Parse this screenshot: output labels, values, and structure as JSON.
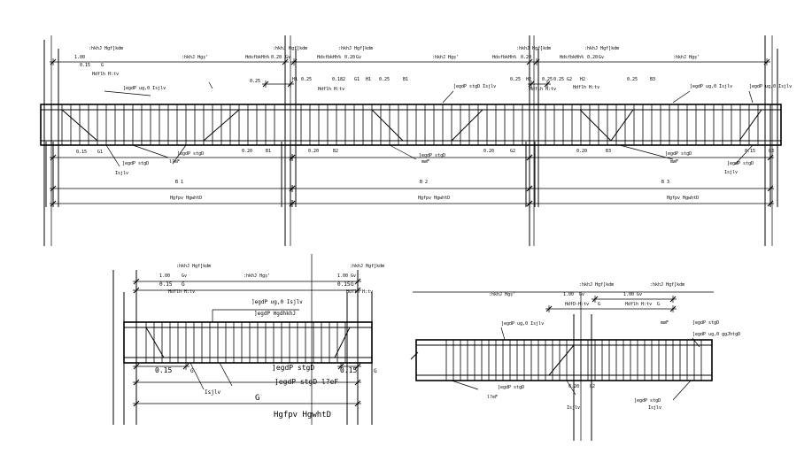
{
  "labels": {
    "top_beam": {
      "lbl_0": ":hkhJ Hgf]kdm",
      "lbl_1": ":hkhJ Hgf]kdm",
      "lbl_2": ":hkhJ Hgf]kdm",
      "lbl_3": ":hkhJ Hgf]kdm",
      "lbl_4": ":hkhJ Hgf]kdm",
      "lbl_5": "1.00",
      "lbl_6": "0.15",
      "lbl_7": "Hdflh H:tv",
      "lbl_8": "G",
      "lbl_9": ":hkhJ Hgșʼ",
      "lbl_10": "HdsfbkHh%",
      "lbl_11": "0.20",
      "lbl_12": "Gv",
      "lbl_13": "HdsfbkHh%",
      "lbl_14": "0.20",
      "lbl_15": "Gv",
      "lbl_16": ":hkhJ Hgșʼ",
      "lbl_17": "HdsfbkHh%",
      "lbl_18": "0.20",
      "lbl_19": "HdsfbkHh%",
      "lbl_20": "0.20",
      "lbl_21": "Gv",
      "lbl_22": ":hkhJ Hgșʼ",
      "lbl_23": "0.25",
      "lbl_24": "H1",
      "lbl_25": "0.25",
      "lbl_26": "0.182",
      "lbl_27": "G1",
      "lbl_28": "H1",
      "lbl_29": "0.25",
      "lbl_30": "B1",
      "lbl_31": "Hdflh H:tv",
      "lbl_32": "0.25",
      "lbl_33": "H2",
      "lbl_34": "0.25",
      "lbl_35": "0.25",
      "lbl_36": "G2",
      "lbl_37": "H2",
      "lbl_38": "0.25",
      "lbl_39": "B3",
      "lbl_40": "Hdflh H:tv",
      "lbl_41": "Hdflh H:tv",
      "lbl_42": "]egdP ug,0 Isjlv",
      "lbl_43": "]egdP stgD Isjlv",
      "lbl_44": "]egdP ug,0 Isjlv",
      "lbl_45": "]egdP ug,0 Isjlv",
      "lbl_46": "0.15",
      "lbl_47": "G1",
      "lbl_48": "]egdP stgD",
      "lbl_49": "0.20",
      "lbl_50": "B1",
      "lbl_51": "0.20",
      "lbl_52": "B2",
      "lbl_53": "]egdP stgD",
      "lbl_54": "0.20",
      "lbl_55": "G2",
      "lbl_56": "0.20",
      "lbl_57": "B3",
      "lbl_58": "]egdP stgD",
      "lbl_59": "0.15",
      "lbl_60": "G3",
      "lbl_61": "l?eF",
      "lbl_62": "]egdP stgD",
      "lbl_63": "Isjlv",
      "lbl_64": "møF",
      "lbl_65": "møF",
      "lbl_66": "]egdP stgD",
      "lbl_67": "Isjlv",
      "lbl_68": "B 1",
      "lbl_69": "B 2",
      "lbl_70": "B 3",
      "lbl_71": "Hgfpv HgwhtD",
      "lbl_72": "Hgfpv HgwhtD",
      "lbl_73": "Hgfpv HgwhtD"
    },
    "bottom_left": {
      "lbl_0": ":hkhJ Hgf]kdm",
      "lbl_1": ":hkhJ Hgf]kdm",
      "lbl_2": "1.00",
      "lbl_3": "Gv",
      "lbl_4": ":hkhJ Hgșʼ",
      "lbl_5": "1.00",
      "lbl_6": "Gv",
      "lbl_7": "0.15",
      "lbl_8": "G",
      "lbl_9": "0.15",
      "lbl_10": "G",
      "lbl_11": "Hdflh H:tv",
      "lbl_12": "Hdflh H:tv",
      "lbl_13": "]egdP ug,0 Isjlv",
      "lbl_14": "]egdP HgdhkhJ",
      "lbl_15": "0.15",
      "lbl_16": "G",
      "lbl_17": "]egdP stgD",
      "lbl_18": "0.15",
      "lbl_19": "G",
      "lbl_20": "]egdP stgD l?eF",
      "lbl_21": "Isjlv",
      "lbl_22": "G",
      "lbl_23": "Hgfpv HgwhtD"
    },
    "bottom_right": {
      "lbl_0": ":hkhJ Hgf]kdm",
      "lbl_1": ":hkhJ Hgf]kdm",
      "lbl_2": ":hkhJ Hgșʼ",
      "lbl_3": "1.00",
      "lbl_4": "Gv",
      "lbl_5": "1.00",
      "lbl_6": "Gv",
      "lbl_7": "HdfD-H:tv",
      "lbl_8": "G",
      "lbl_9": "Hdflh H:tv",
      "lbl_10": "G",
      "lbl_11": "møF",
      "lbl_12": "]egdP stgD",
      "lbl_13": "]egdP ug,0 Isjlv",
      "lbl_14": "]egdP ug,0 ggJhtgD",
      "lbl_15": "]egdP stgD",
      "lbl_16": "0.20",
      "lbl_17": "G2",
      "lbl_18": "l?eF",
      "lbl_19": "Isjlv",
      "lbl_20": "]egdP stgD",
      "lbl_21": "Isjlv"
    }
  }
}
